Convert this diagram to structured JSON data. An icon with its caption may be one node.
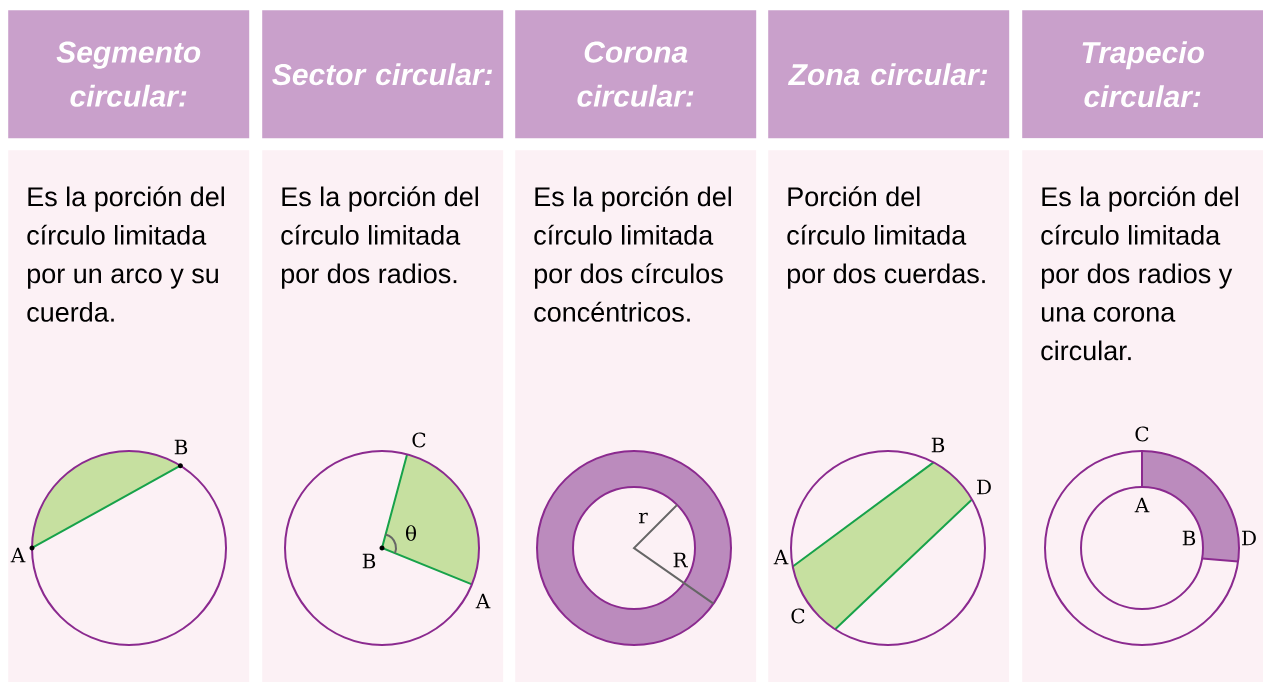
{
  "diagram": {
    "nodes": [
      {
        "text": [
          "Segmento circular:"
        ]
      },
      {
        "text": [
          "Es la porción del círculo limitada por un arco y su cuerda."
        ]
      },
      {
        "text": [
          "Sector circular:"
        ]
      },
      {
        "text": [
          "Es la porción del círculo limitada por dos radios."
        ]
      },
      {
        "text": [
          "Corona circular:"
        ]
      },
      {
        "text": [
          "Es la porción del círculo limitada por dos círculos concéntricos."
        ]
      },
      {
        "text": [
          "Zona circular:"
        ]
      },
      {
        "text": [
          "Porción del círculo limitada por dos cuerdas."
        ]
      },
      {
        "text": [
          "Trapecio circular:"
        ]
      },
      {
        "text": [
          "Es la porción del círculo limitada por dos radios y una corona circular."
        ]
      }
    ],
    "labels": [
      "B",
      "A",
      "C",
      "θ",
      "B",
      "A",
      "r",
      "R",
      "B",
      "D",
      "A",
      "C",
      "C",
      "A",
      "B",
      "D"
    ]
  }
}
